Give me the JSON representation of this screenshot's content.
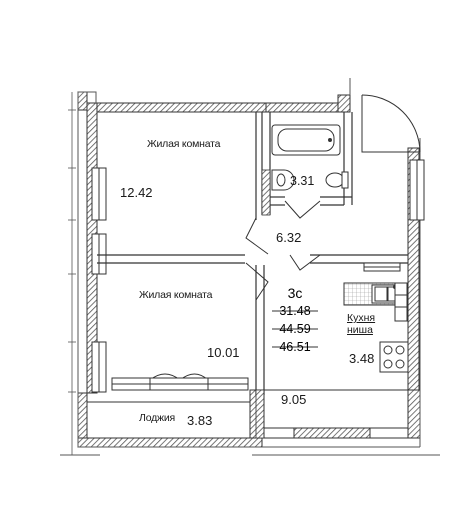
{
  "rooms": [
    {
      "id": "living-room-1",
      "name": "Жилая комната",
      "area": "12.42"
    },
    {
      "id": "living-room-2",
      "name": "Жилая комната",
      "area": "10.01"
    },
    {
      "id": "bathroom",
      "name": "",
      "area": "3.31"
    },
    {
      "id": "hallway",
      "name": "",
      "area": "6.32"
    },
    {
      "id": "kitchen-niche",
      "name_line1": "Кухня",
      "name_line2": "ниша",
      "area": "3.48"
    },
    {
      "id": "corridor",
      "name": "",
      "area": "9.05"
    },
    {
      "id": "loggia",
      "name": "Лоджия",
      "area": "3.83"
    }
  ],
  "apartment": {
    "type": "3с",
    "living_area": "31.48",
    "total_area": "44.59",
    "total_with_loggia": "46.51"
  },
  "colors": {
    "wall": "#555555",
    "line": "#333333",
    "hatch": "#444444",
    "background": "#ffffff"
  }
}
